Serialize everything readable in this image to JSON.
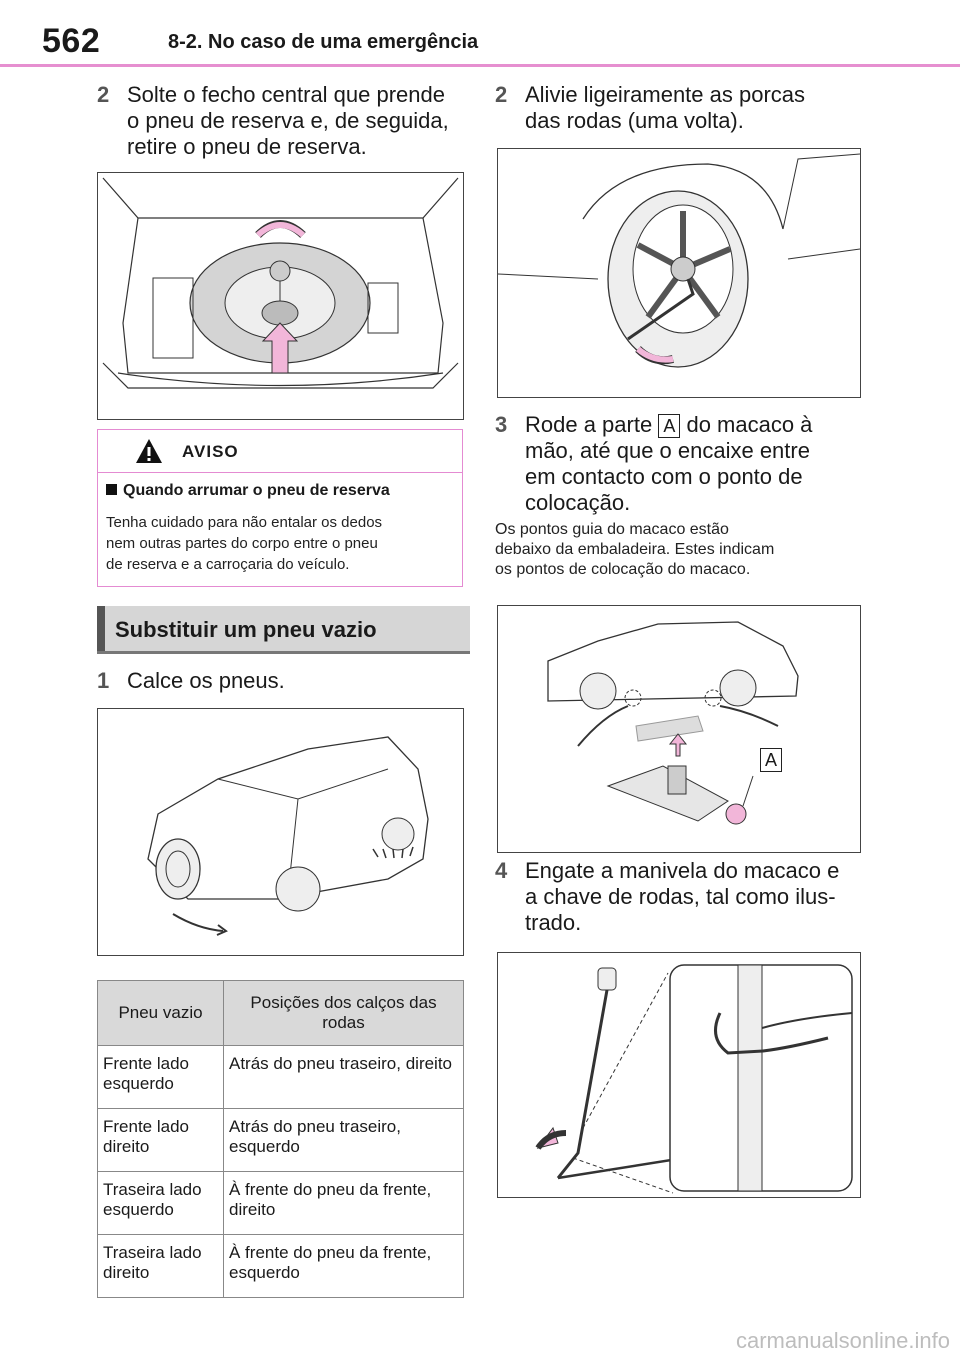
{
  "header": {
    "page_number": "562",
    "section": "8-2. No caso de uma emergência"
  },
  "left": {
    "step2": {
      "num": "2",
      "text": "Solte o fecho central que prende\no pneu de reserva e, de seguida,\nretire o pneu de reserva."
    },
    "warning": {
      "title": "AVISO",
      "subtitle": "Quando arrumar o pneu de reserva",
      "body": "Tenha cuidado para não entalar os dedos\nnem outras partes do corpo entre o pneu\nde reserva e a carroçaria do veículo."
    },
    "section_heading": "Substituir um pneu vazio",
    "step1": {
      "num": "1",
      "text": "Calce os pneus."
    },
    "table": {
      "headers": [
        "Pneu vazio",
        "Posições dos calços das rodas"
      ],
      "rows": [
        [
          "Frente lado esquerdo",
          "Atrás do pneu traseiro, direito"
        ],
        [
          "Frente lado direito",
          "Atrás do pneu traseiro, esquerdo"
        ],
        [
          "Traseira lado esquerdo",
          "À frente do pneu da frente, direito"
        ],
        [
          "Traseira lado direito",
          "À frente do pneu da frente, esquerdo"
        ]
      ]
    }
  },
  "right": {
    "step2": {
      "num": "2",
      "text": "Alivie ligeiramente as porcas\ndas rodas (uma volta)."
    },
    "step3": {
      "num": "3",
      "text_before": "Rode a parte",
      "label": "A",
      "text_after": "do macaco à\nmão, até que o encaixe entre\nem contacto com o ponto de\ncolocação."
    },
    "note": "Os pontos guia do macaco estão\ndebaixo da embaladeira. Estes indicam\nos pontos de colocação do macaco.",
    "fig_label": "A",
    "step4": {
      "num": "4",
      "text": "Engate a manivela do macaco e\na chave de rodas, tal como ilus-\ntrado."
    }
  },
  "footer": {
    "watermark": "carmanualsonline.info"
  },
  "colors": {
    "accent_pink": "#e68fd0",
    "arrow_pink": "#f2b6d9",
    "heading_gray": "#d6d6d6"
  }
}
